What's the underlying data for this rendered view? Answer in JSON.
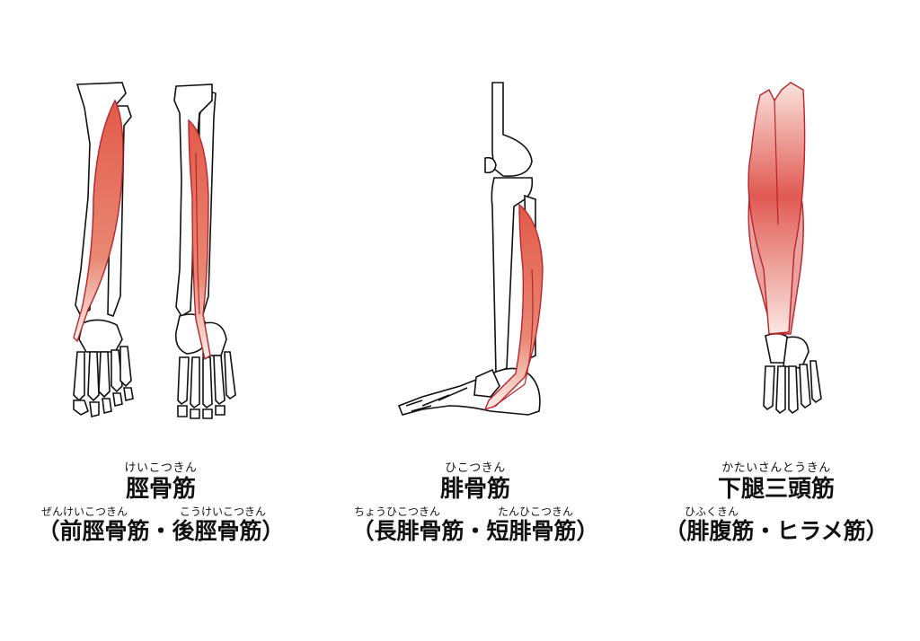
{
  "colors": {
    "muscle": "#e05a4e",
    "muscle_light": "#fbe5e1",
    "outline": "#b8242b",
    "bone": "#ffffff",
    "bone_stroke": "#111111"
  },
  "groups": [
    {
      "main_ruby": "けいこつきん",
      "main": "脛骨筋",
      "sub_ruby_1": "ぜんけいこつきん",
      "sub_ruby_2": "こうけいこつきん",
      "sub": "（前脛骨筋・後脛骨筋）"
    },
    {
      "main_ruby": "ひこつきん",
      "main": "腓骨筋",
      "sub_ruby_1": "ちょうひこつきん",
      "sub_ruby_2": "たんひこつきん",
      "sub": "（長腓骨筋・短腓骨筋）"
    },
    {
      "main_ruby": "かたいさんとうきん",
      "main": "下腿三頭筋",
      "sub_ruby_1": "ひふくきん",
      "sub": "（腓腹筋・ヒラメ筋）"
    }
  ]
}
